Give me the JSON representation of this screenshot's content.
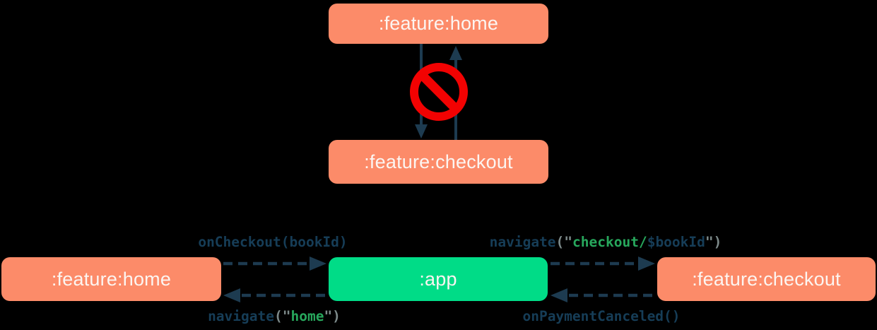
{
  "colors": {
    "background": "#000000",
    "salmon_box": "#FC8B69",
    "green_box": "#00DC87",
    "box_text": "#FCF5F1",
    "navy": "#1D3B50",
    "code_navy": "#163D57",
    "code_green": "#27A75C",
    "code_gray": "#7D8A8A",
    "red": "#F20202"
  },
  "top_diagram": {
    "home_box": {
      "label": ":feature:home"
    },
    "checkout_box": {
      "label": ":feature:checkout"
    },
    "blocked_icon": "no-entry"
  },
  "bottom_diagram": {
    "home_box": {
      "label": ":feature:home"
    },
    "app_box": {
      "label": ":app"
    },
    "checkout_box": {
      "label": ":feature:checkout"
    },
    "labels": {
      "on_checkout": {
        "fn": "onCheckout(",
        "arg": "bookId",
        "close": ")"
      },
      "navigate_checkout": {
        "kw": "navigate",
        "open": "(\"",
        "path": "checkout/",
        "var": "$bookId",
        "close": "\")"
      },
      "navigate_home": {
        "kw": "navigate",
        "open": "(\"",
        "path": "home",
        "close": "\")"
      },
      "on_payment_canceled": {
        "fn": "onPaymentCanceled()"
      }
    }
  }
}
